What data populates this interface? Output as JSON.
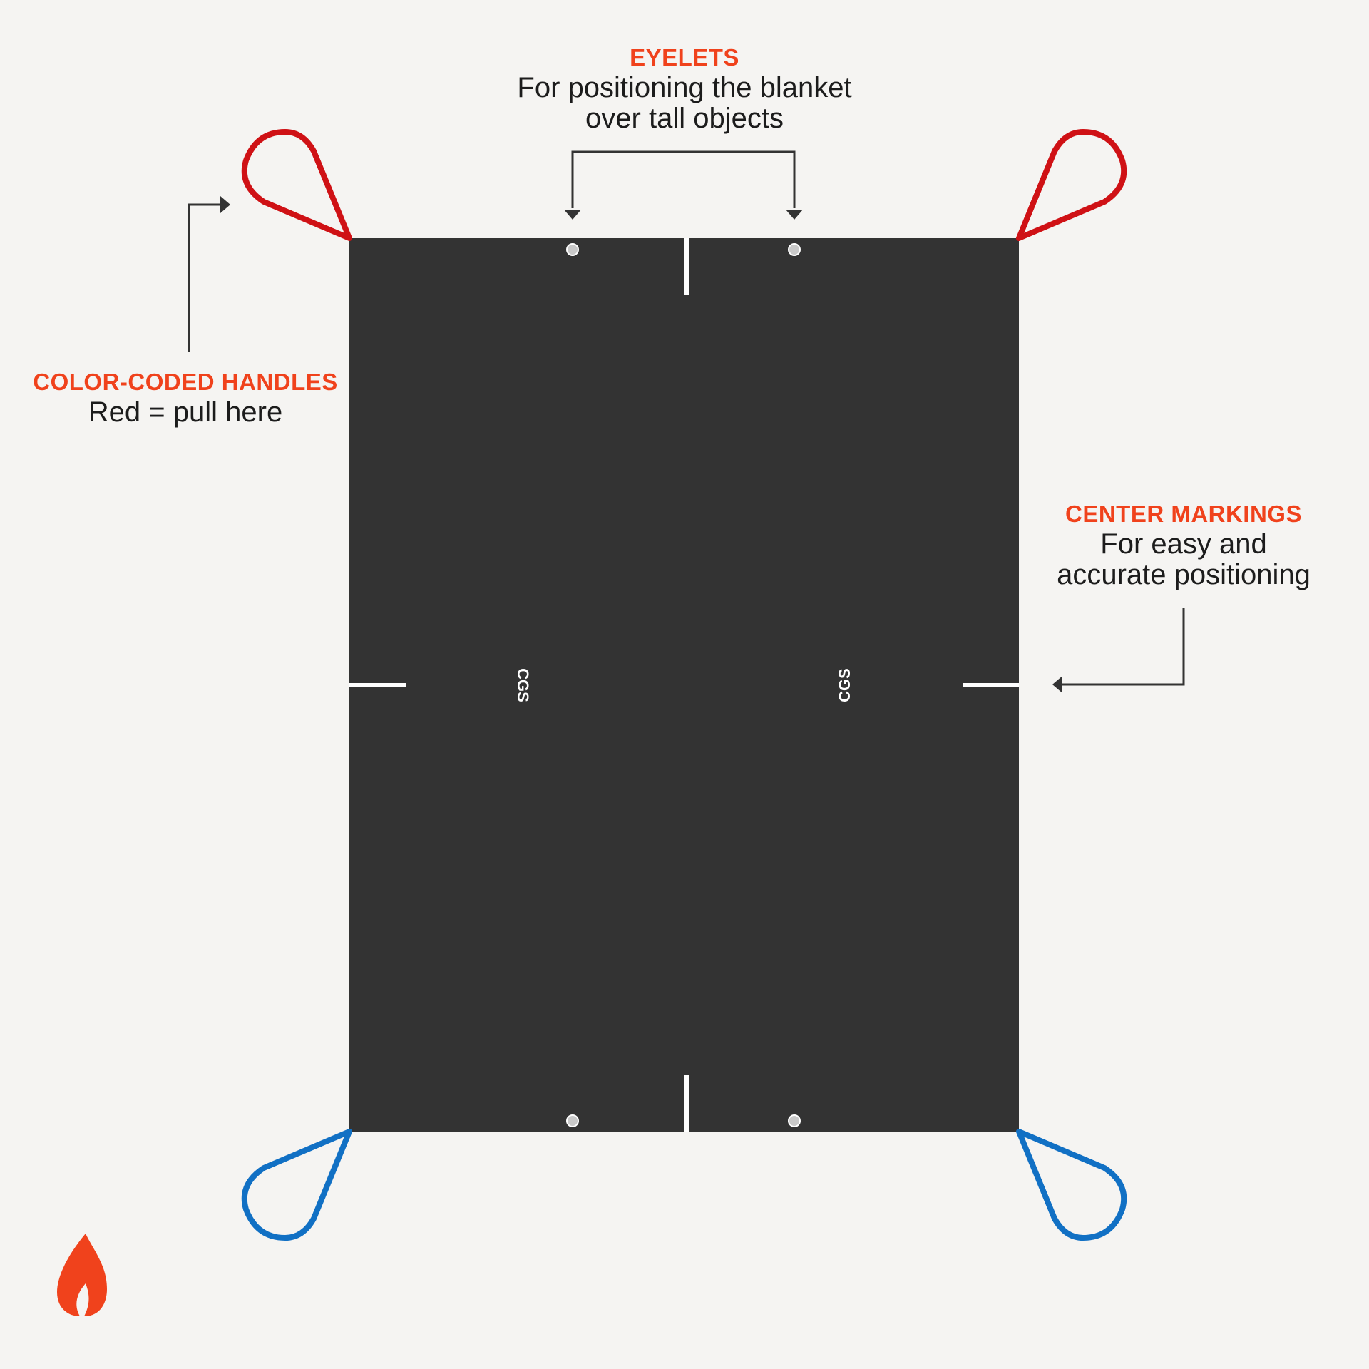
{
  "colors": {
    "background": "#f5f4f2",
    "blanket": "#333333",
    "accent": "#f0421c",
    "handle_red": "#cf1115",
    "handle_blue": "#1170c4",
    "marking": "#ffffff",
    "eyelet": "#c9c9c9",
    "leader": "#333333",
    "text": "#1c1c1c"
  },
  "callouts": {
    "eyelets": {
      "heading": "EYELETS",
      "lines": [
        "For positioning the blanket",
        "over tall objects"
      ]
    },
    "handles": {
      "heading": "COLOR-CODED HANDLES",
      "lines": [
        "Red = pull here"
      ]
    },
    "center": {
      "heading": "CENTER MARKINGS",
      "lines": [
        "For easy and",
        "accurate positioning"
      ]
    }
  },
  "blanket": {
    "brand_marks": [
      "CGS",
      "CGS"
    ],
    "eyelet_count": 4,
    "handles": [
      {
        "corner": "top-left",
        "color": "red"
      },
      {
        "corner": "top-right",
        "color": "red"
      },
      {
        "corner": "bottom-left",
        "color": "blue"
      },
      {
        "corner": "bottom-right",
        "color": "blue"
      }
    ]
  },
  "logo": {
    "icon": "flame-icon"
  }
}
